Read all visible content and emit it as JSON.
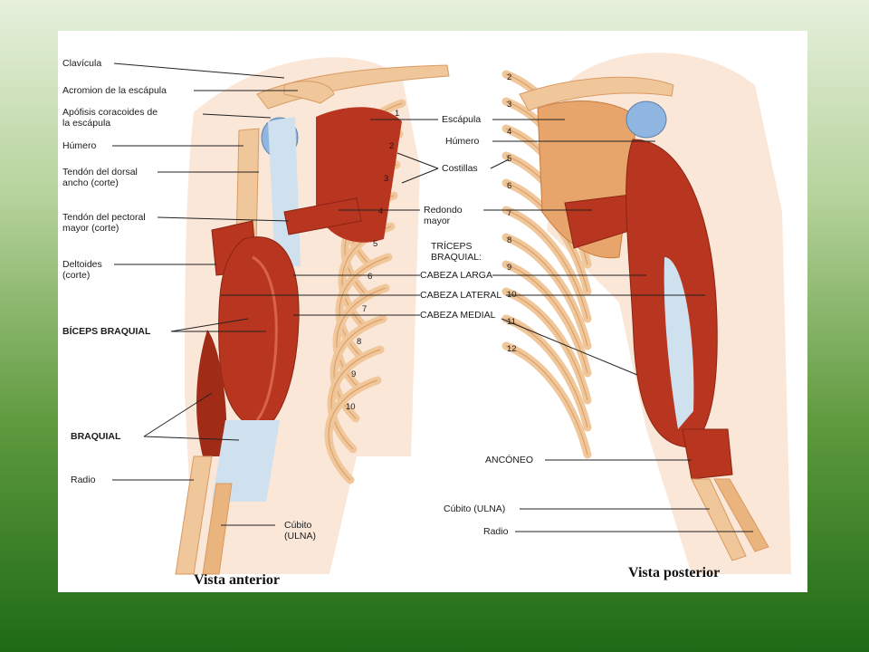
{
  "colors": {
    "bone": "#f0c79a",
    "bone_dark": "#d99a62",
    "muscle": "#b8351f",
    "muscle_dark": "#8c2414",
    "tendon": "#cfe0ee",
    "skin": "#f7d3b8",
    "cartilage": "#8fb6e0"
  },
  "anterior": {
    "caption": "Vista anterior",
    "labels": {
      "clavicula": "Clavícula",
      "acromion": "Acromion de la escápula",
      "coracoides": "Apófisis coracoides de\nla escápula",
      "humero": "Húmero",
      "dorsal": "Tendón del dorsal\nancho (corte)",
      "pectoral": "Tendón del pectoral\nmayor (corte)",
      "deltoides": "Deltoides\n(corte)",
      "biceps": "BÍCEPS BRAQUIAL",
      "braquial": "BRAQUIAL",
      "radio": "Radio",
      "cubito": "Cúbito\n(ULNA)"
    },
    "rib_numbers": [
      "1",
      "2",
      "3",
      "4",
      "5",
      "6",
      "7",
      "8",
      "9",
      "10"
    ]
  },
  "center": {
    "labels": {
      "escapula": "Escápula",
      "humero": "Húmero",
      "costillas": "Costillas",
      "redondo": "Redondo\nmayor",
      "triceps": "TRÍCEPS\nBRAQUIAL:",
      "cabeza_larga": "CABEZA LARGA",
      "cabeza_lateral": "CABEZA LATERAL",
      "cabeza_medial": "CABEZA MEDIAL"
    }
  },
  "posterior": {
    "caption": "Vista posterior",
    "labels": {
      "anconeo": "ANCÓNEO",
      "cubito": "Cúbito (ULNA)",
      "radio": "Radio"
    },
    "rib_numbers": [
      "2",
      "3",
      "4",
      "5",
      "6",
      "7",
      "8",
      "9",
      "10",
      "11",
      "12"
    ]
  }
}
